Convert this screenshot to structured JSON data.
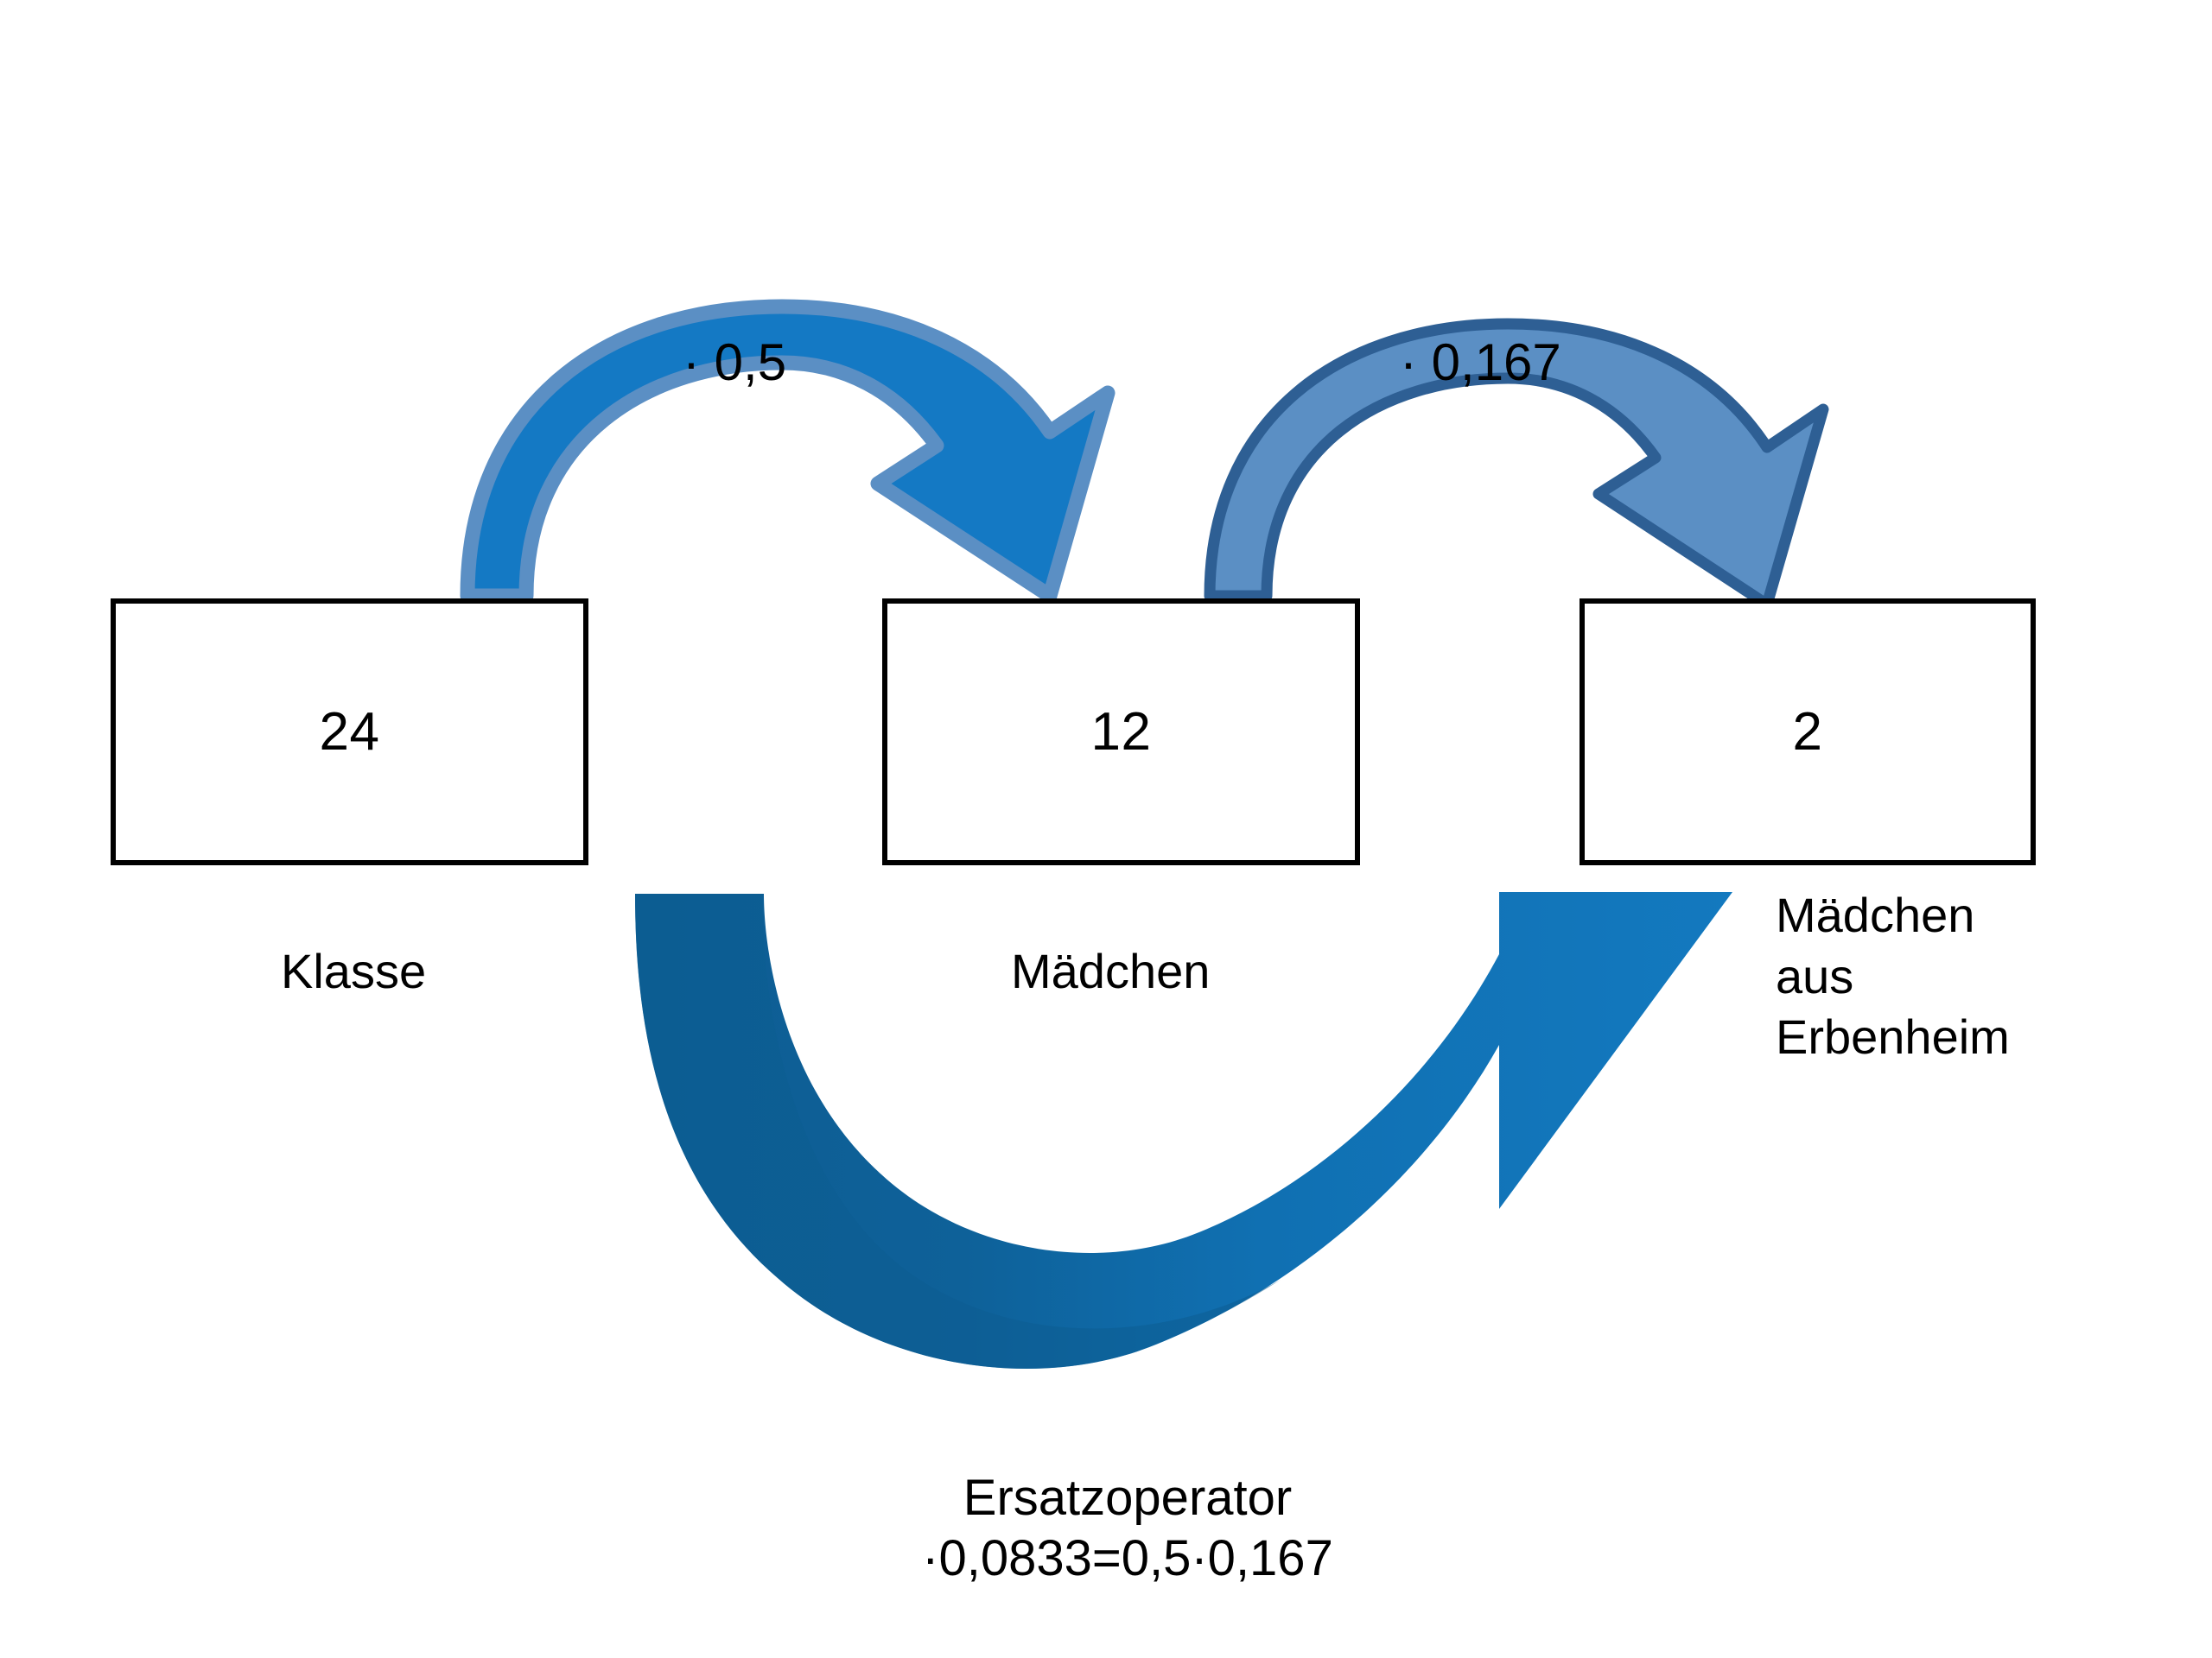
{
  "diagram": {
    "title_present": false,
    "background_color": "#ffffff",
    "boxes": [
      {
        "id": "klasse",
        "value": "24",
        "caption": "Klasse"
      },
      {
        "id": "maedchen",
        "value": "12",
        "caption": "Mädchen"
      },
      {
        "id": "erbenheim",
        "value": "2",
        "caption": "Mädchen\naus\nErbenheim"
      }
    ],
    "operators": [
      {
        "id": "op1",
        "label": "· 0,5",
        "from": "klasse",
        "to": "maedchen",
        "color": "#1479c4",
        "outline": "#5b8fc4"
      },
      {
        "id": "op2",
        "label": "· 0,167",
        "from": "maedchen",
        "to": "erbenheim",
        "color": "#5b8fc4",
        "outline": "#2e5f94"
      }
    ],
    "composite_arrow": {
      "id": "ersatzoperator",
      "caption_line_1": "Ersatzoperator",
      "caption_line_2": "·0,0833=0,5·0,167",
      "from": "klasse",
      "to": "erbenheim",
      "color_dark": "#0e5f97",
      "color_light": "#1479c4"
    },
    "colors": {
      "box_border": "#000000",
      "box_fill": "#ffffff",
      "text": "#000000",
      "arrow_primary": "#1479c4",
      "arrow_secondary": "#5b8fc4",
      "arrow_secondary_outline": "#2e5f94",
      "arrow_composite_dark": "#0e5f97"
    }
  },
  "chart_data": {
    "type": "diagram",
    "title": "",
    "nodes": [
      {
        "label": "Klasse",
        "value": 24
      },
      {
        "label": "Mädchen",
        "value": 12
      },
      {
        "label": "Mädchen aus Erbenheim",
        "value": 2
      }
    ],
    "edges": [
      {
        "from": "Klasse",
        "to": "Mädchen",
        "operator": "· 0,5",
        "factor": 0.5
      },
      {
        "from": "Mädchen",
        "to": "Mädchen aus Erbenheim",
        "operator": "· 0,167",
        "factor": 0.167
      },
      {
        "from": "Klasse",
        "to": "Mädchen aus Erbenheim",
        "operator": "·0,0833=0,5·0,167",
        "factor": 0.0833,
        "name": "Ersatzoperator"
      }
    ]
  }
}
